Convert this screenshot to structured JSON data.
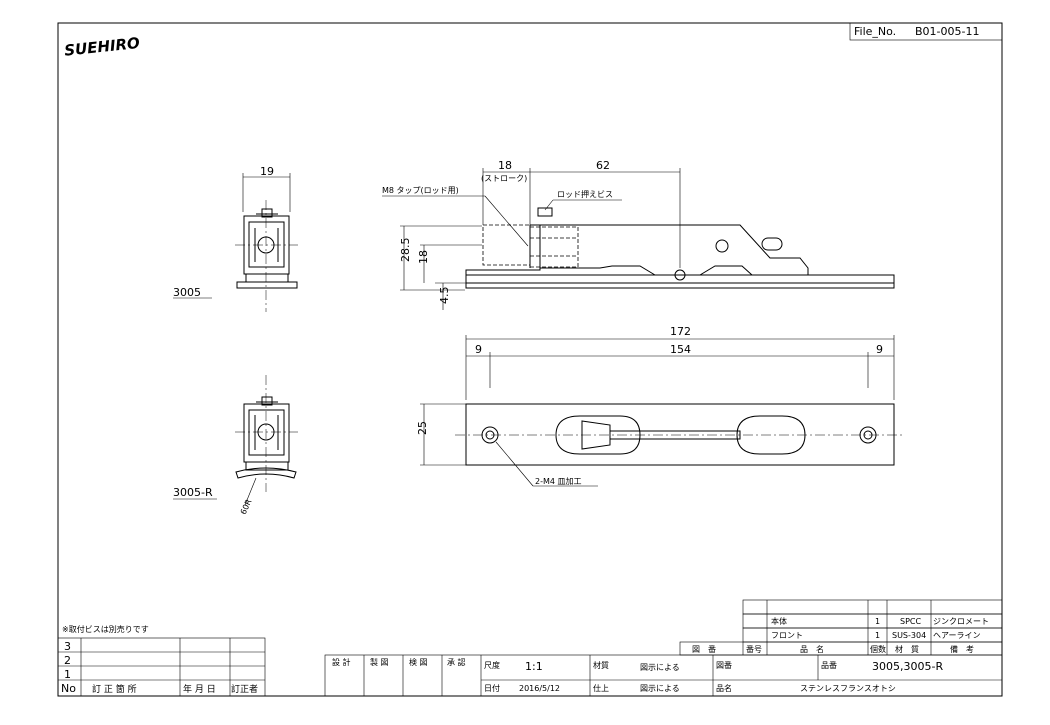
{
  "header": {
    "logo_text": "SUEHIRO",
    "file_no_label": "File_No.",
    "file_no_value": "B01-005-11"
  },
  "views": {
    "side_top_width": "19",
    "side_top_label": "3005",
    "side_bottom_label": "3005-R",
    "radius_label": "60R",
    "main_dim_stroke": "18",
    "main_dim_stroke_note": "(ストローク)",
    "main_dim_62": "62",
    "m8_tap_note": "M8 タップ(ロッド用)",
    "rod_screw_note": "ロッド押えビス",
    "dim_28_5": "28.5",
    "dim_18_v": "18",
    "dim_4_5": "4.5",
    "dim_172": "172",
    "dim_9_left": "9",
    "dim_154": "154",
    "dim_9_right": "9",
    "dim_25": "25",
    "hole_note": "2-M4 皿加工"
  },
  "parts_list": {
    "rows": [
      {
        "name": "本体",
        "qty": "1",
        "material": "SPCC",
        "remark": "ジンクロメート"
      },
      {
        "name": "フロント",
        "qty": "1",
        "material": "SUS-304",
        "remark": "ヘアーライン"
      }
    ],
    "headers": {
      "zuban": "図　番",
      "bango": "番号",
      "hinmei": "品　名",
      "kosu": "個数",
      "zaishitsu": "材　質",
      "biko": "備　考"
    }
  },
  "revision": {
    "note": "※取付ビスは別売りです",
    "rows": [
      "3",
      "2",
      "1"
    ],
    "header_no": "No",
    "header_place": "訂 正 箇 所",
    "header_date": "年 月 日",
    "header_person": "訂正者"
  },
  "title_block": {
    "sekkei": "設 計",
    "seizu": "製 図",
    "kenzu": "検 図",
    "shonin": "承 認",
    "scale_label": "尺度",
    "scale_value": "1:1",
    "material_label": "材質",
    "material_value": "図示による",
    "zuban_label": "図番",
    "hinban_label": "品番",
    "hinban_value": "3005,3005-R",
    "date_label": "日付",
    "date_value": "2016/5/12",
    "finish_label": "仕上",
    "finish_value": "図示による",
    "name_label": "品名",
    "name_value": "ステンレスフランスオトシ"
  }
}
